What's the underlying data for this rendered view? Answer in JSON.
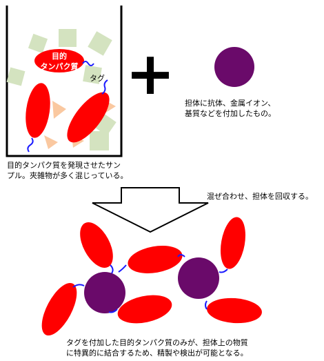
{
  "labels": {
    "protein_name_line1": "目的",
    "protein_name_line2": "タンパク質",
    "tag": "タグ",
    "plus_sign": "+"
  },
  "captions": {
    "sample": [
      "目的タンパク質を発現させたサン",
      "プル。夾雑物が多く混じっている。"
    ],
    "carrier": [
      "担体に抗体、金属イオン、",
      "基質などを付加したもの。"
    ],
    "step": "混ぜ合わせ、担体を回収する。",
    "result": [
      "タグを付加した目的タンパク質のみが、担体上の物質",
      "に特異的に結合するため、精製や検出が可能となる。"
    ]
  },
  "colors": {
    "protein_red": "#ff0000",
    "tag_blue": "#1a1aff",
    "carrier_purple": "#6a0a6a",
    "contaminant_green": "#d4e3c0",
    "contaminant_peach": "#fac8a0",
    "outline": "#000000"
  }
}
